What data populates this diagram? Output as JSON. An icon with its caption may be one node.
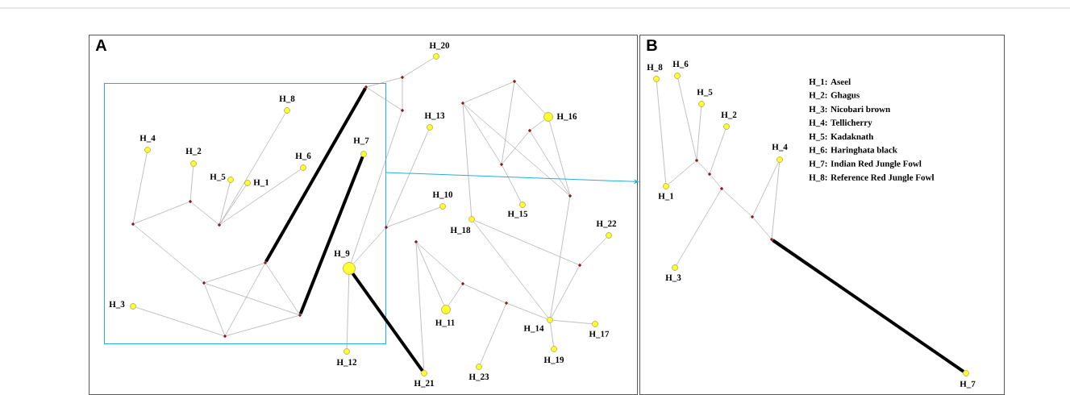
{
  "diagram": {
    "nodes": [
      {
        "text": [
          "A"
        ]
      },
      {
        "text": [],
        "shape": "box",
        "in": 0
      },
      {
        "text": [],
        "shape": "diamond",
        "in": 1
      },
      {
        "text": [
          "H_8"
        ],
        "in": 1
      },
      {
        "text": [
          "H_4"
        ],
        "in": 1
      },
      {
        "text": [
          "H_7"
        ],
        "in": 1
      },
      {
        "text": [
          "H_2"
        ],
        "in": 1
      },
      {
        "text": [
          "H_6"
        ],
        "in": 1
      },
      {
        "text": [
          "H_5"
        ],
        "in": 1
      },
      {
        "text": [
          "H_1"
        ],
        "in": 1
      },
      {
        "text": [],
        "shape": "diamond",
        "in": 1
      },
      {
        "text": [],
        "shape": "diamond",
        "in": 1
      },
      {
        "text": [],
        "shape": "diamond",
        "in": 1
      },
      {
        "text": [],
        "shape": "diamond",
        "in": 1
      },
      {
        "text": [
          "H_9"
        ],
        "in": 1
      },
      {
        "text": [],
        "shape": "diamond",
        "in": 1
      },
      {
        "text": [
          "H_3"
        ],
        "in": 1
      },
      {
        "text": [],
        "shape": "diamond",
        "in": 1
      },
      {
        "text": [],
        "shape": "diamond",
        "in": 1
      },
      {
        "text": [
          "H_20"
        ],
        "in": 0
      },
      {
        "text": [],
        "shape": "diamond",
        "in": 0
      },
      {
        "text": [],
        "shape": "diamond",
        "in": 0
      },
      {
        "text": [],
        "shape": "diamond",
        "in": 0
      },
      {
        "text": [],
        "shape": "diamond",
        "in": 0
      },
      {
        "text": [
          "H_16"
        ],
        "in": 0
      },
      {
        "text": [
          "H_13"
        ],
        "in": 0
      },
      {
        "text": [],
        "shape": "diamond",
        "in": 0
      },
      {
        "text": [],
        "shape": "diamond",
        "in": 0
      },
      {
        "text": [],
        "shape": "diamond",
        "in": 0
      },
      {
        "text": [
          "H_15"
        ],
        "in": 0
      },
      {
        "text": [
          "H_10"
        ],
        "in": 0
      },
      {
        "text": [
          "H_18"
        ],
        "in": 0
      },
      {
        "text": [],
        "shape": "diamond",
        "in": 0
      },
      {
        "text": [
          "H_22"
        ],
        "in": 0
      },
      {
        "text": [],
        "shape": "diamond",
        "in": 0
      },
      {
        "text": [],
        "shape": "diamond",
        "in": 0
      },
      {
        "text": [],
        "shape": "diamond",
        "in": 0
      },
      {
        "text": [],
        "shape": "diamond",
        "in": 0
      },
      {
        "text": [
          "H_11"
        ],
        "in": 0
      },
      {
        "text": [
          "H_14"
        ],
        "in": 0
      },
      {
        "text": [
          "H_17"
        ],
        "in": 0
      },
      {
        "text": [
          "H_19"
        ],
        "in": 0
      },
      {
        "text": [
          "H_12"
        ],
        "in": 0
      },
      {
        "text": [
          "H_23"
        ],
        "in": 0
      },
      {
        "text": [
          "H_21"
        ],
        "in": 0
      },
      {
        "text": [
          "B"
        ]
      },
      {
        "text": [
          "H_8"
        ],
        "in": 45
      },
      {
        "text": [
          "H_6"
        ],
        "in": 45
      },
      {
        "text": [
          "H_5"
        ],
        "in": 45
      },
      {
        "text": [
          "H_2"
        ],
        "in": 45
      },
      {
        "text": [
          "H_4"
        ],
        "in": 45
      },
      {
        "text": [],
        "shape": "diamond",
        "in": 45
      },
      {
        "text": [],
        "shape": "diamond",
        "in": 45
      },
      {
        "text": [
          "H_1"
        ],
        "in": 45
      },
      {
        "text": [],
        "shape": "diamond",
        "in": 45
      },
      {
        "text": [],
        "shape": "diamond",
        "in": 45
      },
      {
        "text": [],
        "shape": "diamond",
        "in": 45
      },
      {
        "text": [
          "H_3"
        ],
        "in": 45
      },
      {
        "text": [
          "H_7"
        ],
        "in": 45
      }
    ],
    "edges": [
      {
        "from": 4,
        "to": 11,
        "arrow": "none"
      },
      {
        "from": 11,
        "to": 10,
        "arrow": "none"
      },
      {
        "from": 10,
        "to": 6,
        "arrow": "none"
      },
      {
        "from": 10,
        "to": 12,
        "arrow": "none"
      },
      {
        "from": 12,
        "to": 8,
        "arrow": "none"
      },
      {
        "from": 12,
        "to": 9,
        "arrow": "none"
      },
      {
        "from": 12,
        "to": 3,
        "arrow": "none"
      },
      {
        "from": 12,
        "to": 7,
        "arrow": "none"
      },
      {
        "from": 11,
        "to": 15,
        "arrow": "none"
      },
      {
        "from": 15,
        "to": 13,
        "arrow": "none"
      },
      {
        "from": 15,
        "to": 17,
        "arrow": "none"
      },
      {
        "from": 15,
        "to": 18,
        "arrow": "none"
      },
      {
        "from": 13,
        "to": 18,
        "arrow": "none"
      },
      {
        "from": 13,
        "to": 17,
        "arrow": "none"
      },
      {
        "from": 16,
        "to": 18,
        "arrow": "none"
      },
      {
        "from": 18,
        "to": 17,
        "arrow": "none"
      },
      {
        "from": 13,
        "to": 2,
        "arrow": "none",
        "style": "thick",
        "color": "#000000"
      },
      {
        "from": 17,
        "to": 5,
        "arrow": "none",
        "style": "thick",
        "color": "#000000"
      },
      {
        "from": 2,
        "to": 20,
        "arrow": "none"
      },
      {
        "from": 2,
        "to": 23,
        "arrow": "none"
      },
      {
        "from": 20,
        "to": 23,
        "arrow": "none"
      },
      {
        "from": 20,
        "to": 19,
        "arrow": "none"
      },
      {
        "from": 23,
        "to": 14,
        "arrow": "none"
      },
      {
        "from": 25,
        "to": 32,
        "arrow": "none"
      },
      {
        "from": 30,
        "to": 32,
        "arrow": "none"
      },
      {
        "from": 32,
        "to": 14,
        "arrow": "none"
      },
      {
        "from": 14,
        "to": 42,
        "arrow": "none"
      },
      {
        "from": 14,
        "to": 44,
        "arrow": "none",
        "style": "thick",
        "color": "#000000"
      },
      {
        "from": 34,
        "to": 44,
        "arrow": "none"
      },
      {
        "from": 34,
        "to": 38,
        "arrow": "none"
      },
      {
        "from": 34,
        "to": 36,
        "arrow": "none"
      },
      {
        "from": 36,
        "to": 38,
        "arrow": "none"
      },
      {
        "from": 36,
        "to": 37,
        "arrow": "none"
      },
      {
        "from": 37,
        "to": 39,
        "arrow": "none"
      },
      {
        "from": 37,
        "to": 43,
        "arrow": "none"
      },
      {
        "from": 39,
        "to": 40,
        "arrow": "none"
      },
      {
        "from": 39,
        "to": 41,
        "arrow": "none"
      },
      {
        "from": 39,
        "to": 35,
        "arrow": "none"
      },
      {
        "from": 39,
        "to": 28,
        "arrow": "none"
      },
      {
        "from": 39,
        "to": 31,
        "arrow": "none"
      },
      {
        "from": 31,
        "to": 35,
        "arrow": "none"
      },
      {
        "from": 35,
        "to": 33,
        "arrow": "none"
      },
      {
        "from": 31,
        "to": 22,
        "arrow": "none"
      },
      {
        "from": 22,
        "to": 21,
        "arrow": "none"
      },
      {
        "from": 22,
        "to": 27,
        "arrow": "none"
      },
      {
        "from": 22,
        "to": 28,
        "arrow": "none"
      },
      {
        "from": 21,
        "to": 27,
        "arrow": "none"
      },
      {
        "from": 21,
        "to": 24,
        "arrow": "none"
      },
      {
        "from": 24,
        "to": 26,
        "arrow": "none"
      },
      {
        "from": 26,
        "to": 27,
        "arrow": "none"
      },
      {
        "from": 26,
        "to": 28,
        "arrow": "none"
      },
      {
        "from": 24,
        "to": 28,
        "arrow": "none"
      },
      {
        "from": 27,
        "to": 29,
        "arrow": "none"
      },
      {
        "from": 46,
        "to": 53,
        "arrow": "none"
      },
      {
        "from": 53,
        "to": 51,
        "arrow": "none"
      },
      {
        "from": 47,
        "to": 51,
        "arrow": "none"
      },
      {
        "from": 48,
        "to": 51,
        "arrow": "none"
      },
      {
        "from": 51,
        "to": 52,
        "arrow": "none"
      },
      {
        "from": 49,
        "to": 52,
        "arrow": "none"
      },
      {
        "from": 52,
        "to": 54,
        "arrow": "none"
      },
      {
        "from": 54,
        "to": 57,
        "arrow": "none"
      },
      {
        "from": 54,
        "to": 55,
        "arrow": "none"
      },
      {
        "from": 55,
        "to": 50,
        "arrow": "none"
      },
      {
        "from": 50,
        "to": 56,
        "arrow": "none"
      },
      {
        "from": 55,
        "to": 56,
        "arrow": "none"
      },
      {
        "from": 56,
        "to": 58,
        "arrow": "none",
        "style": "thick",
        "color": "#000000"
      },
      {
        "from": 1,
        "to": 45,
        "arrow": "to",
        "color": "#29abe2"
      }
    ],
    "labels": [
      "H_1: Aseel",
      "H_2: Ghagus",
      "H_3: Nicobari brown",
      "H_4: Tellicherry",
      "H_5: Kadaknath",
      "H_6: Haringhata black",
      "H_7: Indian Red Jungle Fowl",
      "H_8: Reference Red Jungle Fowl"
    ]
  }
}
